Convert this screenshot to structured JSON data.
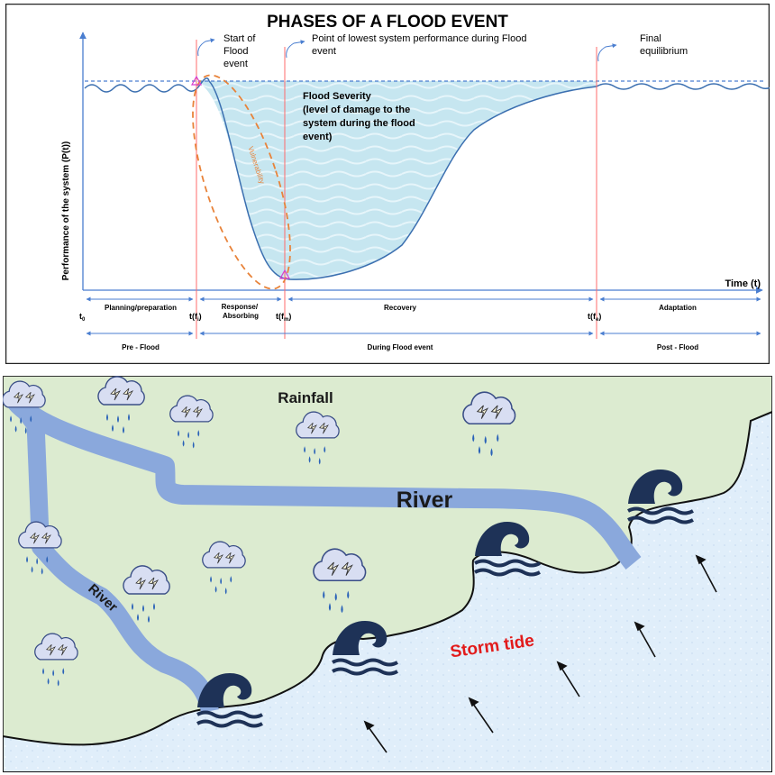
{
  "top": {
    "title": "PHASES OF A FLOOD EVENT",
    "y_axis_label": "Performance of the system  (P(t))",
    "x_axis_label": "Time (t)",
    "callouts": {
      "start": [
        "Start of",
        "Flood",
        "event"
      ],
      "lowest": [
        "Point of lowest system performance during Flood",
        "event"
      ],
      "final": [
        "Final",
        "equilibrium"
      ]
    },
    "severity_label": [
      "Flood Severity",
      "(level of damage to the",
      "system during the flood",
      "event)"
    ],
    "vulnerability_label": "Vulnerability",
    "phases": {
      "planning": "Planning/preparation",
      "response": [
        "Response/",
        "Absorbing"
      ],
      "recovery": "Recovery",
      "adaptation": "Adaptation"
    },
    "time_marks": {
      "t0": "t",
      "t0_sub": "0",
      "tfi": "t(f",
      "tfi_sub": "i",
      "tfm": "t(f",
      "tfm_sub": "m",
      "tfe": "t(f",
      "tfe_sub": "e",
      "close": ")"
    },
    "periods": {
      "pre": "Pre - Flood",
      "during": "During Flood event",
      "post": "Post - Flood"
    }
  },
  "bottom": {
    "rainfall_label": "Rainfall",
    "river_main_label": "River",
    "river_side_label": "River",
    "storm_tide_label": "Storm tide"
  },
  "colors": {
    "axis": "#4a7ed0",
    "marker_line": "#ff6b6b",
    "ellipse": "#e8833a",
    "water_fill": "#c9e7f0",
    "land": "#dcebd0",
    "river": "#8aa8dc",
    "sea": "#dfeefa",
    "wave": "#1e3257",
    "storm_tide_text": "#e21b1b"
  }
}
